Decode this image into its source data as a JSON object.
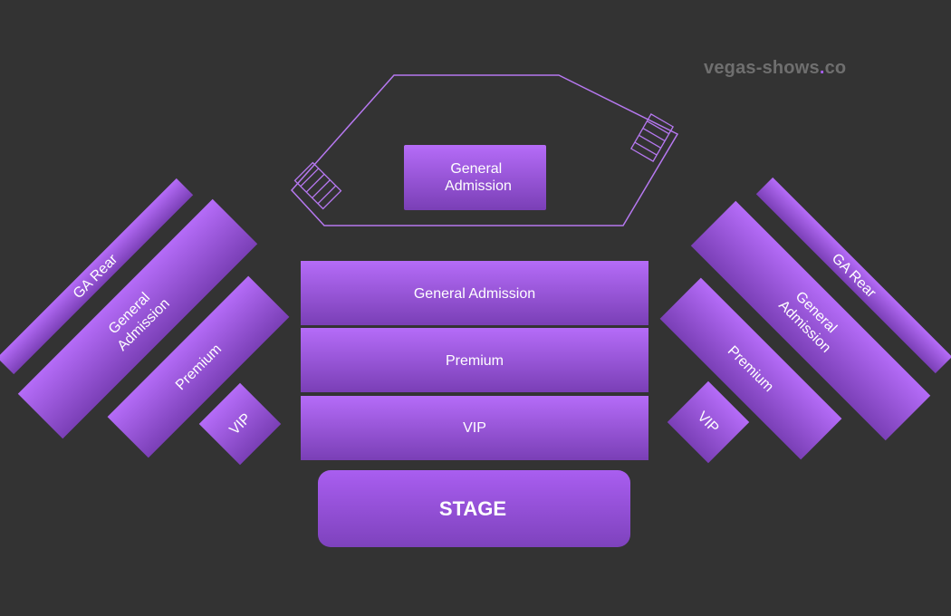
{
  "brand": {
    "name": "vegas-shows",
    "dot": ".",
    "tld": "co"
  },
  "colors": {
    "background": "#333333",
    "section_top": "#b56cf8",
    "section_bottom": "#7a3fb6",
    "outline": "#b678f0",
    "logo_text": "#6f6f6f",
    "logo_dot": "#a55ef0"
  },
  "stage": {
    "label": "STAGE"
  },
  "rear_area": {
    "general_admission": [
      "General",
      "Admission"
    ]
  },
  "center": {
    "general_admission": "General Admission",
    "premium": "Premium",
    "vip": "VIP"
  },
  "left_wing": {
    "ga_rear": "GA Rear",
    "general_admission": [
      "General",
      "Admission"
    ],
    "premium": "Premium",
    "vip": "VIP"
  },
  "right_wing": {
    "ga_rear": "GA Rear",
    "general_admission": [
      "General",
      "Admission"
    ],
    "premium": "Premium",
    "vip": "VIP"
  }
}
